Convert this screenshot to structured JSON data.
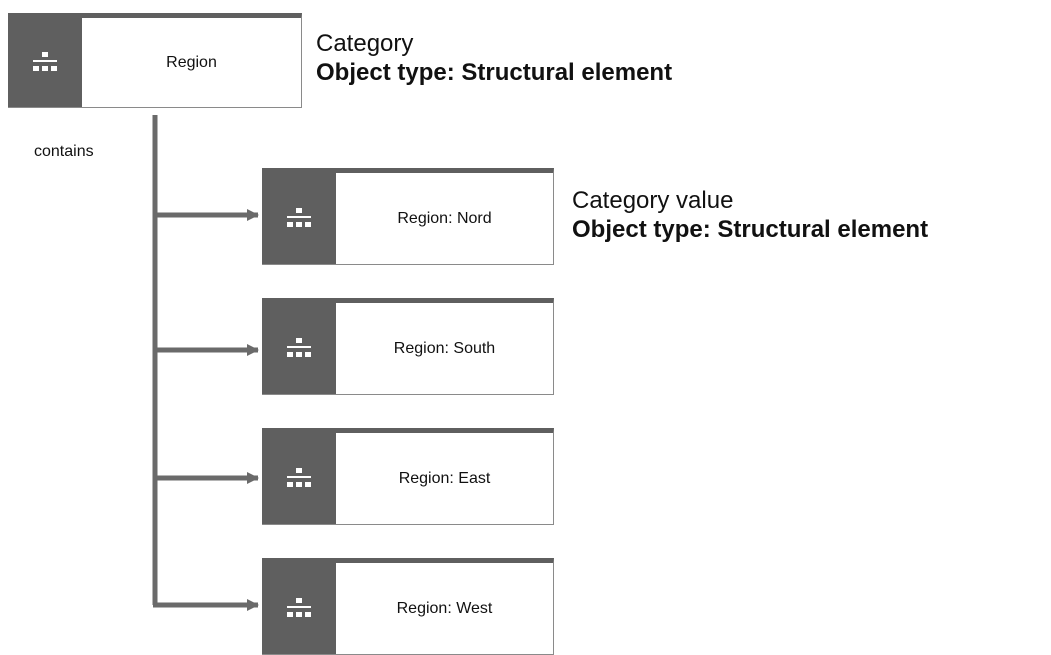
{
  "colors": {
    "tile": "#5f5f5f",
    "connector": "#6a6a6a",
    "icon": "#ffffff"
  },
  "icon": "org-structure-icon",
  "root": {
    "label": "Region",
    "heading": {
      "line1": "Category",
      "line2": "Object type: Structural element"
    }
  },
  "relation_label": "contains",
  "children_heading": {
    "line1": "Category value",
    "line2": "Object type: Structural element"
  },
  "children": [
    {
      "label": "Region: Nord"
    },
    {
      "label": "Region: South"
    },
    {
      "label": "Region: East"
    },
    {
      "label": "Region: West"
    }
  ]
}
